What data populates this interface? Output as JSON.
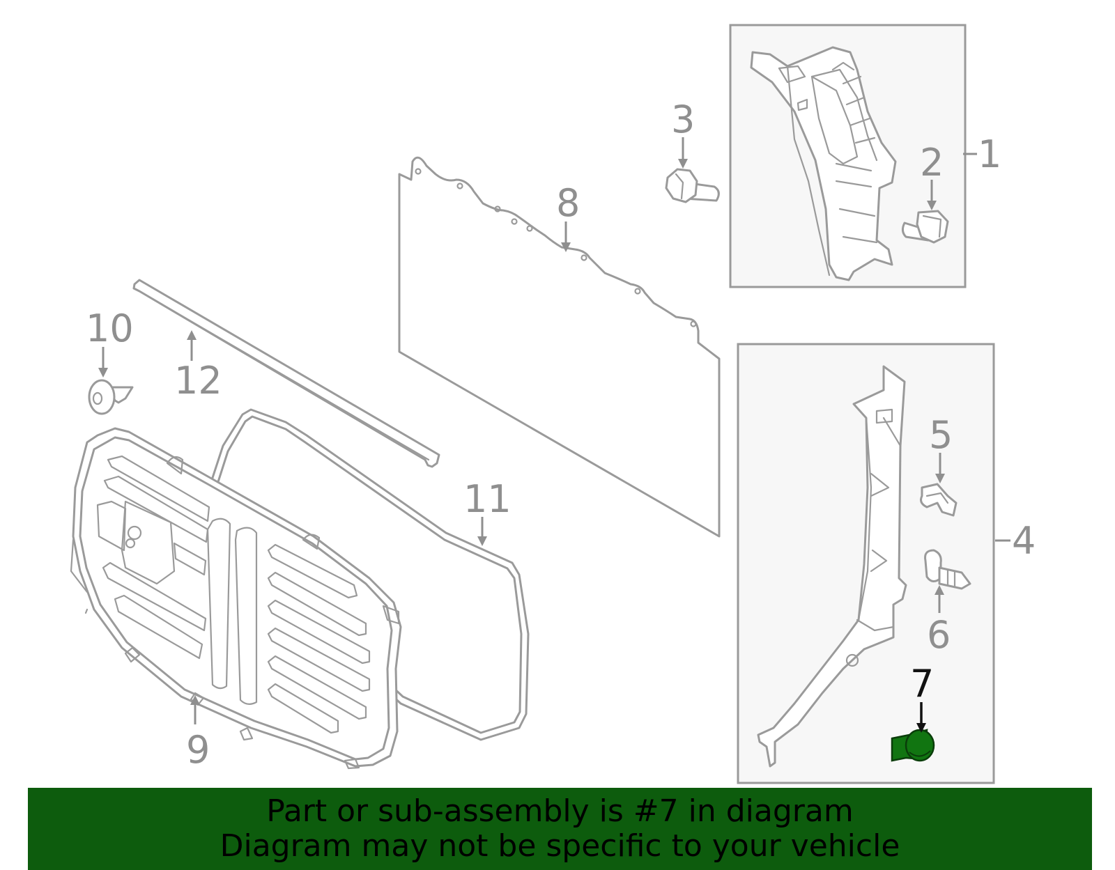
{
  "callouts": {
    "c1": "1",
    "c2": "2",
    "c3": "3",
    "c4": "4",
    "c5": "5",
    "c6": "6",
    "c7": "7",
    "c8": "8",
    "c9": "9",
    "c10": "10",
    "c11": "11",
    "c12": "12"
  },
  "highlight": {
    "part": "7",
    "color": "#117511"
  },
  "colors": {
    "line": "#9a9a9a",
    "banner": "#0d5c0d"
  },
  "banner": {
    "line1": "Part or sub-assembly is #7 in diagram",
    "line2": "Diagram may not be specific to your vehicle"
  }
}
